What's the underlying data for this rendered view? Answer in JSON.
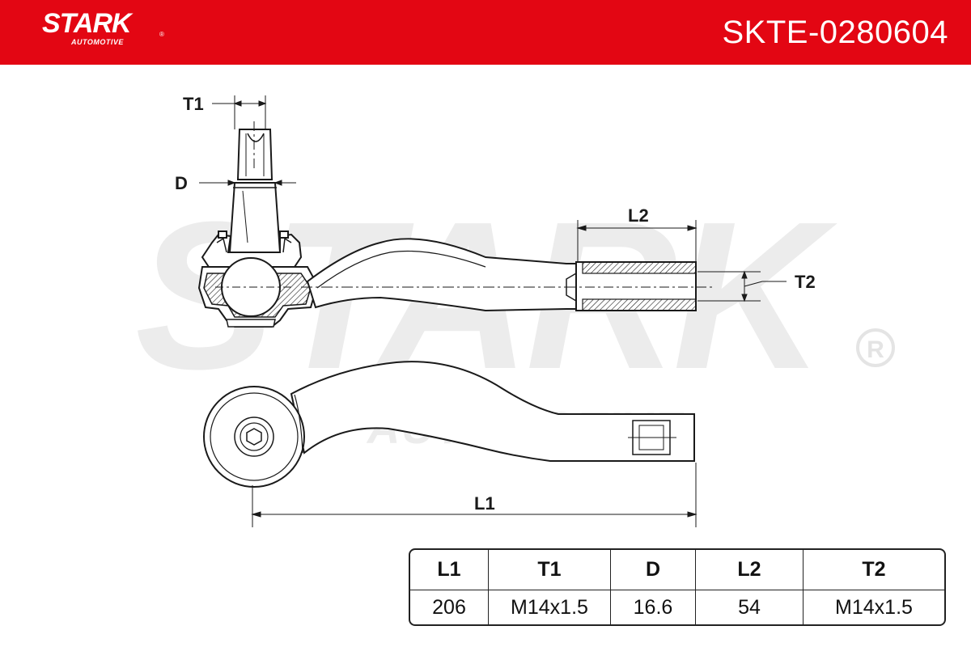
{
  "header": {
    "brand_name": "STARK",
    "brand_sub": "AUTOMOTIVE",
    "registered_mark": "®",
    "part_number": "SKTE-0280604"
  },
  "watermark": {
    "text": "STARK",
    "sub": "AUTOMOTIVE",
    "registered_mark": "®"
  },
  "diagram_labels": {
    "t1": "T1",
    "d": "D",
    "l2": "L2",
    "t2": "T2",
    "l1": "L1"
  },
  "specs": {
    "headers": [
      "L1",
      "T1",
      "D",
      "L2",
      "T2"
    ],
    "values": [
      "206",
      "M14x1.5",
      "16.6",
      "54",
      "M14x1.5"
    ]
  },
  "colors": {
    "brand_red": "#e30613",
    "watermark_gray": "#ececec",
    "line": "#1a1a1a"
  }
}
